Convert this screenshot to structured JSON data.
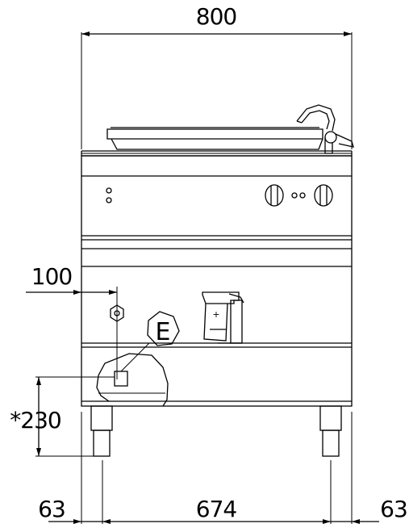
{
  "dimensions": {
    "overall_width": "800",
    "side_offset": "100",
    "base_height": "*230",
    "left_margin": "63",
    "leg_span": "674",
    "right_margin": "63"
  },
  "markers": {
    "electrical_connection": "E"
  }
}
